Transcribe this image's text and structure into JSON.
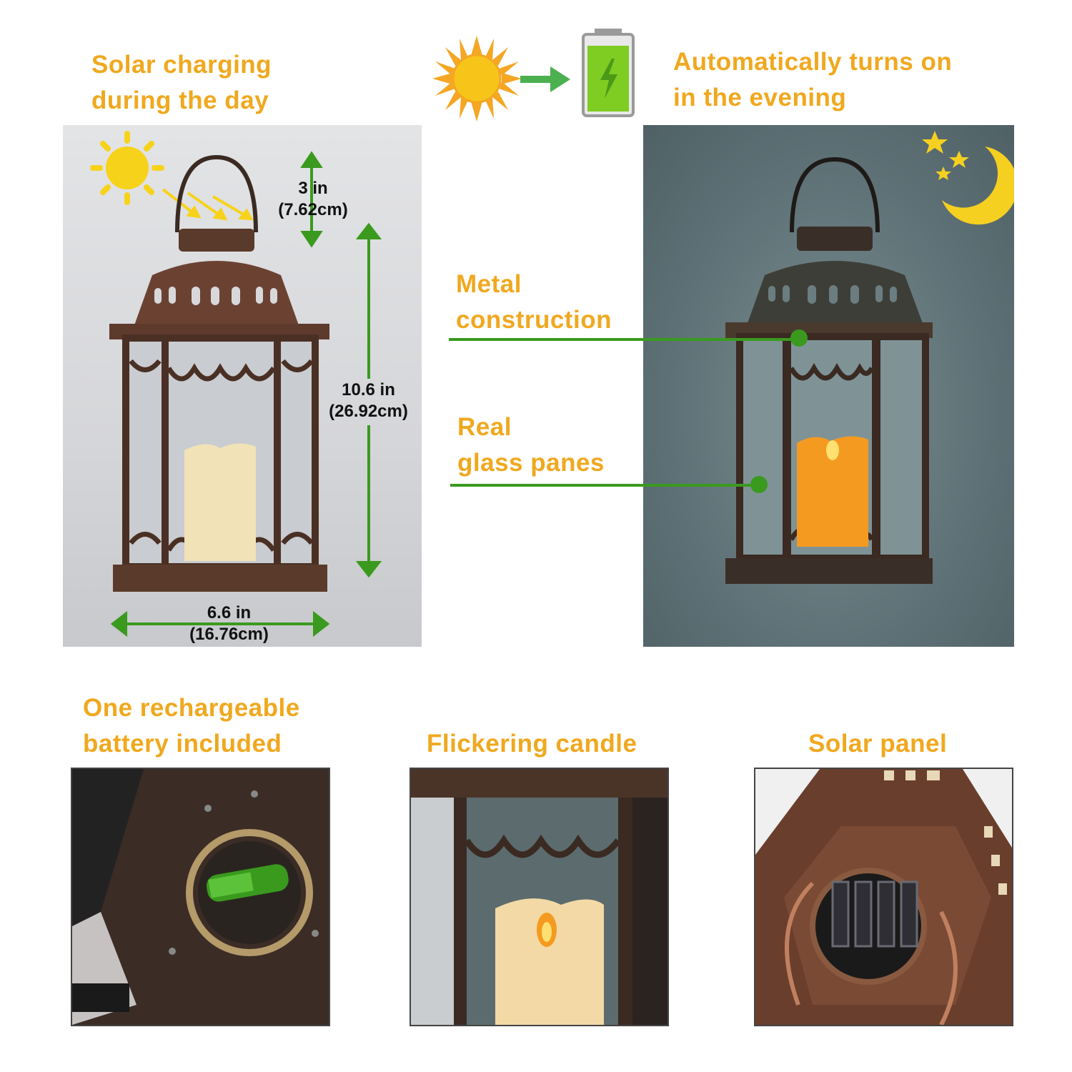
{
  "labels": {
    "solar_charging": [
      "Solar charging",
      "during the day"
    ],
    "auto_on": [
      "Automatically turns on",
      "in the evening"
    ],
    "metal": [
      "Metal",
      "construction"
    ],
    "glass": [
      "Real",
      "glass panes"
    ],
    "battery": [
      "One rechargeable",
      "battery included"
    ],
    "candle": "Flickering candle",
    "solar_panel": "Solar panel"
  },
  "dimensions": {
    "handle": [
      "3 in",
      "(7.62cm)"
    ],
    "height": [
      "10.6 in",
      "(26.92cm)"
    ],
    "width": [
      "6.6 in",
      "(16.76cm)"
    ]
  },
  "colors": {
    "label_orange": "#f0a81e",
    "arrow_green": "#3a9a1e",
    "sun_yellow": "#f7d21a",
    "moon_yellow": "#f5d020",
    "bronze": "#5a3a2a",
    "night_bg": "#5e7176",
    "day_bg": "#dcdde0"
  },
  "icons": [
    "sun-icon",
    "arrow-right-icon",
    "battery-icon",
    "moon-stars-icon",
    "sun-rays-icon"
  ]
}
